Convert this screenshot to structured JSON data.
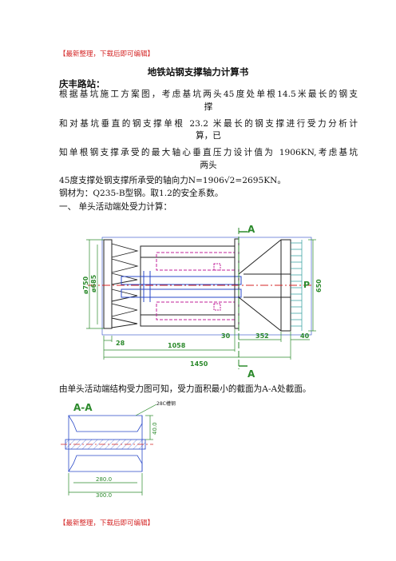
{
  "header": {
    "top_note": "【最新整理，下载后即可编辑】",
    "bottom_note": "【最新整理，下载后即可编辑】"
  },
  "doc": {
    "title": "地铁站钢支撑轴力计算书",
    "subtitle": "庆丰路站：",
    "para1_line1": "根据基坑施工方案图，考虑基坑两头45度处单根14.5米最长的钢支",
    "para1_line2": "撑",
    "para1_line3": "和对基坑垂直的钢支撑单根 23.2 米最长的钢支撑进行受力分析计",
    "para1_line4": "算，已",
    "para1_line5": "知单根钢支撑承受的最大轴心垂直压力设计值为 1906KN,考虑基坑",
    "para1_line6": "两头",
    "para1_line7": "45度支撑处钢支撑所承受的轴向力N=1906√2=2695KN。",
    "para2": "钢材为：Q235-B型钢。取1.2的安全系数。",
    "section1": "一、   单头活动端处受力计算：",
    "para3": "由单头活动端结构受力图可知，受力面积最小的截面为A-A处截面。"
  },
  "drawing1": {
    "section_mark": "A",
    "load_label": "P",
    "dims": {
      "d750": "ø750",
      "d685": "ø685",
      "d28": "28",
      "d1058": "1058",
      "d1450": "1450",
      "d30": "30",
      "d352": "352",
      "d40": "40",
      "d650": "650"
    }
  },
  "drawing2": {
    "title": "A-A",
    "channel_label": "28C槽钢",
    "dims": {
      "d40": "40.0",
      "d280": "280.0",
      "d300": "300.0"
    }
  },
  "colors": {
    "red": "#d42424",
    "magenta": "#c0209a",
    "green": "#2c8a2c",
    "blue": "#2848c8",
    "teal": "#2a9a9a"
  }
}
